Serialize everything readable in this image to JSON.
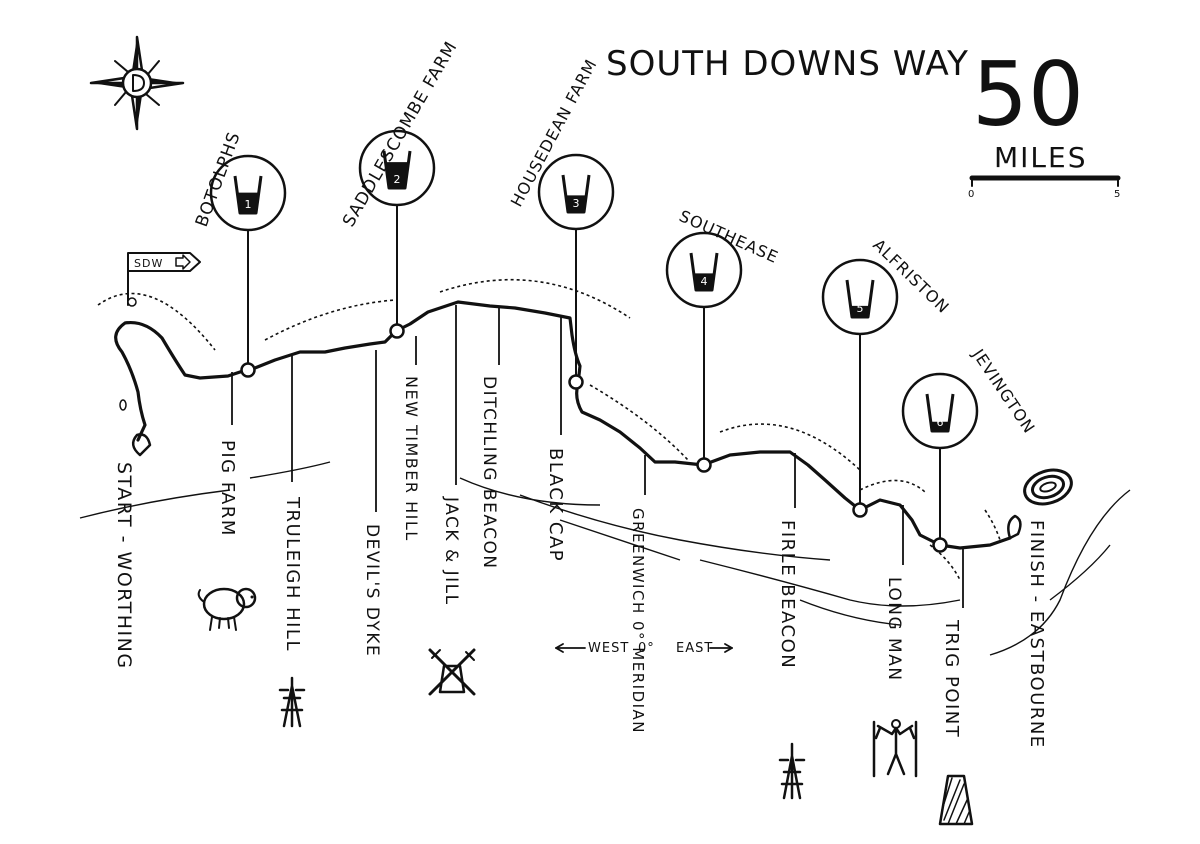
{
  "title": "SOUTH DOWNS WAY",
  "distance": {
    "value": "50",
    "unit": "MILES"
  },
  "scale": {
    "start": "0",
    "end": "5"
  },
  "signpost": "SDW",
  "meridian": {
    "west": "WEST",
    "symbol": "0°",
    "east": "EAST"
  },
  "checkpoints": [
    {
      "number": "1",
      "name": "BOTOLPHS",
      "fill": 0.55
    },
    {
      "number": "2",
      "name": "SADDLESCOMBE FARM",
      "fill": 0.7
    },
    {
      "number": "3",
      "name": "HOUSEDEAN FARM",
      "fill": 0.45
    },
    {
      "number": "4",
      "name": "SOUTHEASE",
      "fill": 0.45
    },
    {
      "number": "5",
      "name": "ALFRISTON",
      "fill": 0.3
    },
    {
      "number": "6",
      "name": "JEVINGTON",
      "fill": 0.25
    }
  ],
  "waypoints": [
    {
      "name": "START - WORTHING",
      "icon": "start-pin-icon"
    },
    {
      "name": "PIG FARM",
      "icon": "pig-icon"
    },
    {
      "name": "TRULEIGH HILL",
      "icon": "mast-icon"
    },
    {
      "name": "DEVIL'S DYKE",
      "icon": ""
    },
    {
      "name": "NEW TIMBER HILL",
      "icon": ""
    },
    {
      "name": "JACK & JILL",
      "icon": "windmill-icon"
    },
    {
      "name": "DITCHLING BEACON",
      "icon": ""
    },
    {
      "name": "BLACK CAP",
      "icon": ""
    },
    {
      "name": "GREENWICH 0° MERIDIAN",
      "icon": ""
    },
    {
      "name": "FIRLE BEACON",
      "icon": "mast-icon"
    },
    {
      "name": "LONG MAN",
      "icon": "long-man-icon"
    },
    {
      "name": "TRIG POINT",
      "icon": "trig-point-icon"
    },
    {
      "name": "FINISH - EASTBOURNE",
      "icon": "finish-pin-icon"
    }
  ],
  "compass_icon": "compass-rose-icon",
  "track_icon": "running-track-icon"
}
